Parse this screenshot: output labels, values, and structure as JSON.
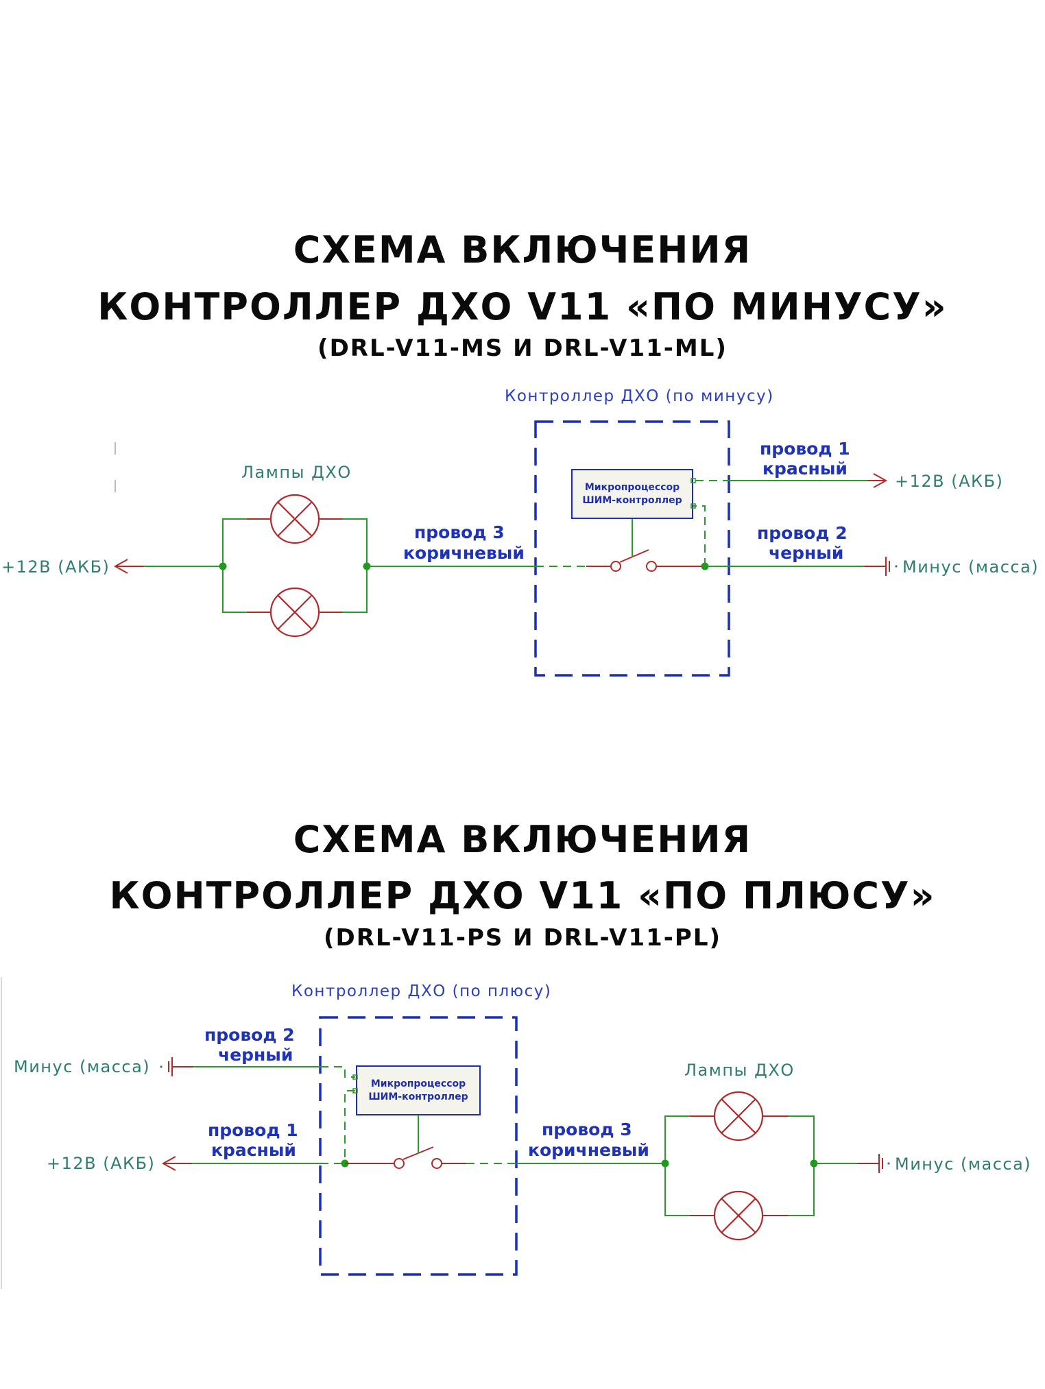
{
  "diagram_minus": {
    "title_line1": "СХЕМА ВКЛЮЧЕНИЯ",
    "title_line2": "КОНТРОЛЛЕР ДХО V11 «ПО МИНУСУ»",
    "title_line3": "(DRL-V11-MS И DRL-V11-ML)",
    "controller_label": "Контроллер ДХО (по минусу)",
    "lamps_label": "Лампы ДХО",
    "chip_line1": "Микропроцессор",
    "chip_line2": "ШИМ-контроллер",
    "wire1_line1": "провод 1",
    "wire1_line2": "красный",
    "wire2_line1": "провод 2",
    "wire2_line2": "черный",
    "wire3_line1": "провод 3",
    "wire3_line2": "коричневый",
    "battery_left": "+12В (АКБ)",
    "battery_right": "+12В (АКБ)",
    "ground": "Минус (масса)"
  },
  "diagram_plus": {
    "title_line1": "СХЕМА ВКЛЮЧЕНИЯ",
    "title_line2": "КОНТРОЛЛЕР ДХО V11 «ПО ПЛЮСУ»",
    "title_line3": "(DRL-V11-PS И DRL-V11-PL)",
    "controller_label": "Контроллер ДХО (по плюсу)",
    "lamps_label": "Лампы ДХО",
    "chip_line1": "Микропроцессор",
    "chip_line2": "ШИМ-контроллер",
    "wire1_line1": "провод 1",
    "wire1_line2": "красный",
    "wire2_line1": "провод 2",
    "wire2_line2": "черный",
    "wire3_line1": "провод 3",
    "wire3_line2": "коричневый",
    "ground_left": "Минус (масса)",
    "battery": "+12В (АКБ)",
    "ground_right": "Минус (масса)"
  },
  "colors": {
    "wire_green": "#2a9a2a",
    "wire_red": "#b02a2a",
    "box_blue": "#1a2fb5",
    "label_teal": "#2f7d70"
  }
}
